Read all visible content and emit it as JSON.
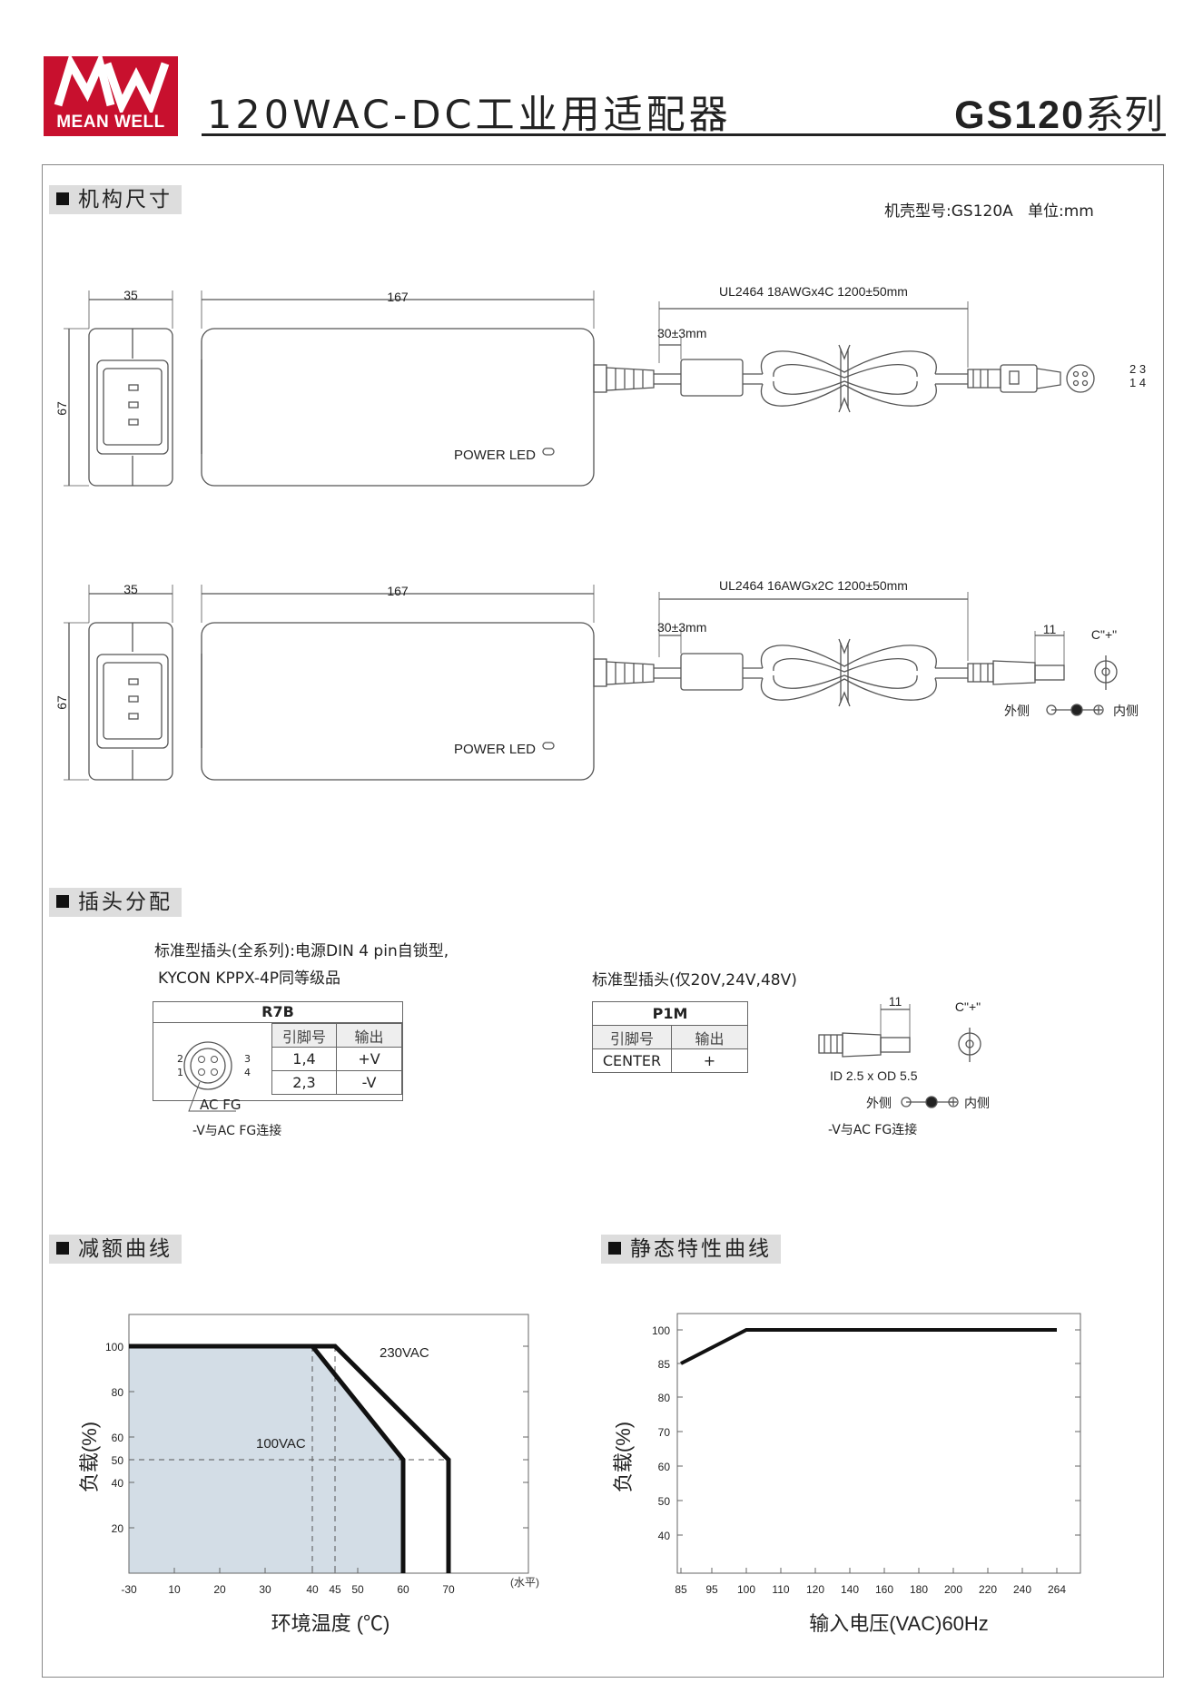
{
  "header": {
    "logo_text": "MEAN WELL",
    "title": "120WAC-DC工业用适配器",
    "series_model": "GS120",
    "series_suffix": "系列"
  },
  "mechanical": {
    "section_title": "机构尺寸",
    "case_info": "机壳型号:GS120A   单位:mm",
    "view1": {
      "width_dim": "35",
      "length_dim": "167",
      "height_dim": "67",
      "cable": "UL2464 18AWGx4C 1200±50mm",
      "strain_relief": "30±3mm",
      "led_label": "POWER LED",
      "pin_top": "2 3",
      "pin_bottom": "1 4"
    },
    "view2": {
      "width_dim": "35",
      "length_dim": "167",
      "height_dim": "67",
      "cable": "UL2464 16AWGx2C 1200±50mm",
      "strain_relief": "30±3mm",
      "led_label": "POWER LED",
      "plug_len": "11",
      "polarity_mark": "C\"+\"",
      "outer": "外侧",
      "inner": "内侧"
    }
  },
  "plug": {
    "section_title": "插头分配",
    "desc_line1": "标准型插头(全系列):电源DIN 4 pin自锁型,",
    "desc_line2": "KYCON KPPX-4P同等级品",
    "desc_right": "标准型插头(仅20V,24V,48V)",
    "r7b": {
      "title": "R7B",
      "col_pin": "引脚号",
      "col_out": "输出",
      "rows": [
        [
          "1,4",
          "+V"
        ],
        [
          "2,3",
          "-V"
        ]
      ],
      "pin_left": "2",
      "pin_left2": "1",
      "pin_right": "3",
      "pin_right2": "4",
      "fg_label": "AC FG",
      "fg_note": "-V与AC FG连接"
    },
    "p1m": {
      "title": "P1M",
      "col_pin": "引脚号",
      "col_out": "输出",
      "rows": [
        [
          "CENTER",
          "+"
        ]
      ],
      "plug_len": "11",
      "polarity_mark": "C\"+\"",
      "id_od": "ID 2.5 x OD 5.5",
      "outer": "外侧",
      "inner": "内侧",
      "fg_note": "-V与AC FG连接"
    }
  },
  "derating": {
    "section_title": "减额曲线"
  },
  "static": {
    "section_title": "静态特性曲线"
  },
  "chart_data": [
    {
      "type": "line",
      "xlabel": "环境温度 (℃)",
      "ylabel": "负载(%)",
      "x_unit_note": "(水平)",
      "xticks": [
        -30,
        10,
        20,
        30,
        40,
        45,
        50,
        60,
        70
      ],
      "yticks": [
        20,
        40,
        50,
        60,
        80,
        100
      ],
      "series": [
        {
          "name": "230VAC",
          "x": [
            -30,
            45,
            70,
            70
          ],
          "y": [
            100,
            100,
            50,
            0
          ]
        },
        {
          "name": "100VAC",
          "x": [
            -30,
            40,
            60,
            60
          ],
          "y": [
            100,
            100,
            50,
            0
          ]
        }
      ],
      "fill_color": "#d3dde6"
    },
    {
      "type": "line",
      "xlabel": "输入电压(VAC)60Hz",
      "ylabel": "负载(%)",
      "xticks": [
        85,
        95,
        100,
        110,
        120,
        140,
        160,
        180,
        200,
        220,
        240,
        264
      ],
      "yticks": [
        40,
        50,
        60,
        70,
        80,
        85,
        100
      ],
      "series": [
        {
          "x": [
            85,
            100,
            264
          ],
          "y": [
            85,
            100,
            100
          ]
        }
      ]
    }
  ]
}
